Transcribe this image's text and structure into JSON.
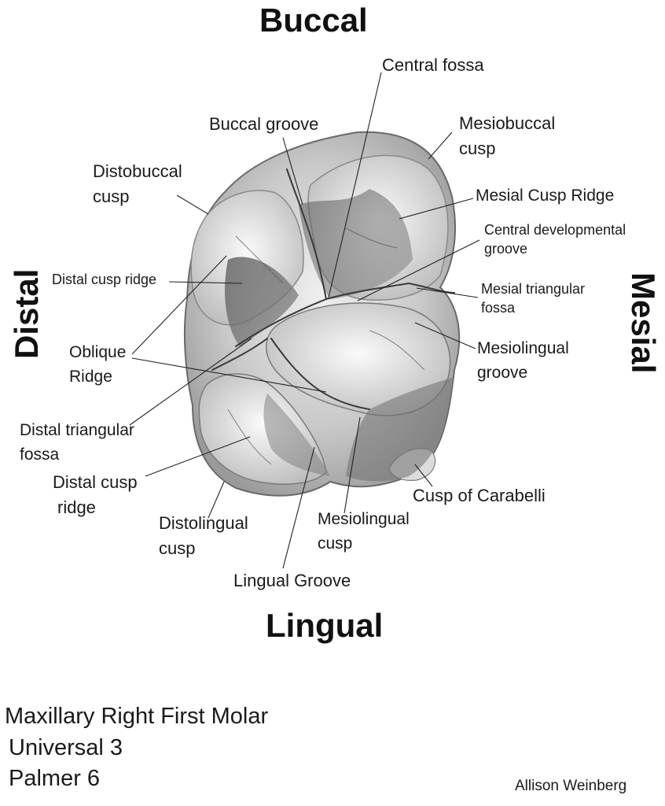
{
  "directions": {
    "top": "Buccal",
    "bottom": "Lingual",
    "left": "Distal",
    "right": "Mesial"
  },
  "labels": {
    "central_fossa": "Central fossa",
    "buccal_groove": "Buccal groove",
    "mesiobuccal_cusp": [
      "Mesiobuccal",
      "cusp"
    ],
    "distobuccal_cusp": [
      "Distobuccal",
      "cusp"
    ],
    "mesial_cusp_ridge": "Mesial Cusp Ridge",
    "central_developmental_groove": [
      "Central developmental",
      "groove"
    ],
    "distal_cusp_ridge_upper": "Distal cusp ridge",
    "mesial_triangular_fossa": [
      "Mesial triangular",
      "fossa"
    ],
    "oblique_ridge": [
      "Oblique",
      "Ridge"
    ],
    "mesiolingual_groove": [
      "Mesiolingual",
      "groove"
    ],
    "distal_triangular_fossa": [
      "Distal triangular",
      "fossa"
    ],
    "distal_cusp_ridge_lower": [
      "Distal cusp",
      "ridge"
    ],
    "cusp_of_carabelli": "Cusp of Carabelli",
    "distolingual_cusp": [
      "Distolingual",
      "cusp"
    ],
    "mesiolingual_cusp": [
      "Mesiolingual",
      "cusp"
    ],
    "lingual_groove": "Lingual Groove"
  },
  "caption": {
    "title": "Maxillary Right First Molar",
    "universal": "Universal 3",
    "palmer": "Palmer 6"
  },
  "credit": "Allison Weinberg"
}
